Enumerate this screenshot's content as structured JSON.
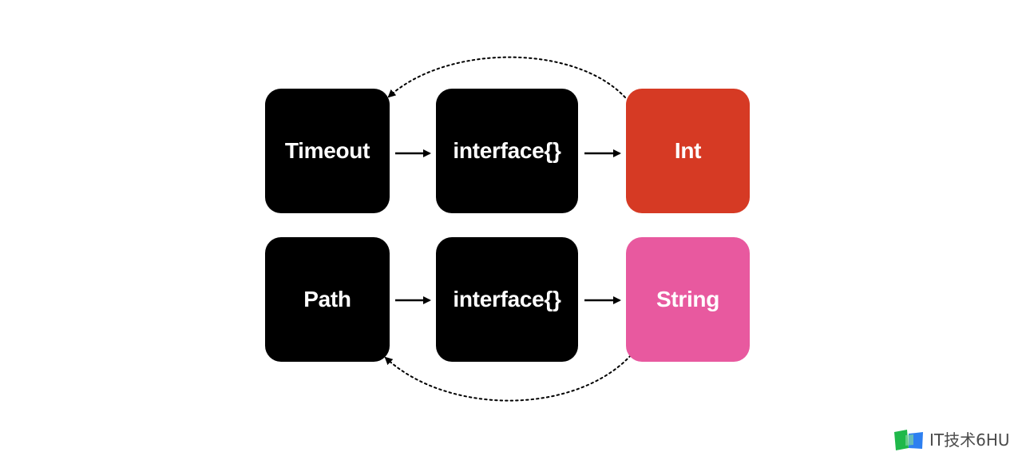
{
  "diagram": {
    "rows": [
      {
        "nodes": [
          {
            "id": "timeout",
            "label": "Timeout",
            "color": "#000000"
          },
          {
            "id": "interface-top",
            "label": "interface{}",
            "color": "#000000"
          },
          {
            "id": "int",
            "label": "Int",
            "color": "#d63a24"
          }
        ]
      },
      {
        "nodes": [
          {
            "id": "path",
            "label": "Path",
            "color": "#000000"
          },
          {
            "id": "interface-bottom",
            "label": "interface{}",
            "color": "#000000"
          },
          {
            "id": "string",
            "label": "String",
            "color": "#e8599f"
          }
        ]
      }
    ],
    "edges": [
      {
        "from": "timeout",
        "to": "interface-top",
        "style": "solid"
      },
      {
        "from": "interface-top",
        "to": "int",
        "style": "solid"
      },
      {
        "from": "int",
        "to": "timeout",
        "style": "dotted"
      },
      {
        "from": "path",
        "to": "interface-bottom",
        "style": "solid"
      },
      {
        "from": "interface-bottom",
        "to": "string",
        "style": "solid"
      },
      {
        "from": "string",
        "to": "path",
        "style": "dotted"
      }
    ]
  },
  "watermark": {
    "text": "IT技术6HU",
    "icon": "book-logo-icon",
    "colors": {
      "green": "#1fb84a",
      "blue": "#2d7ff0"
    }
  }
}
